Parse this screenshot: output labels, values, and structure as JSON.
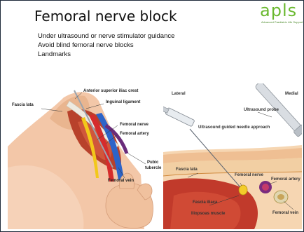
{
  "slide": {
    "title": "Femoral nerve block",
    "bullets": [
      "Under ultrasound or nerve stimulator guidance",
      "Avoid blind femoral nerve blocks",
      "Landmarks"
    ]
  },
  "logo": {
    "text": "apls",
    "subtitle": "Advanced Paediatric Life Support"
  },
  "left_figure": {
    "labels": {
      "asis": "Anterior superior iliac crest",
      "fascia_lata": "Fascia lata",
      "inguinal_ligament": "Inguinal ligament",
      "femoral_nerve": "Femoral nerve",
      "femoral_artery": "Femoral artery",
      "pubic_tubercle_1": "Pubic",
      "pubic_tubercle_2": "tubercle",
      "femoral_vein": "Femoral vein"
    }
  },
  "right_figure": {
    "labels": {
      "lateral": "Lateral",
      "medial": "Medial",
      "probe": "Ultrasound probe",
      "needle": "Ultrasound guided needle approach",
      "fascia_lata": "Fascia lata",
      "femoral_nerve": "Femoral nerve",
      "femoral_artery": "Femoral artery",
      "fascia_iliaca": "Fascia iliaca",
      "iliopsoas": "Iliopsoas muscle",
      "femoral_vein": "Femoral vein"
    }
  }
}
